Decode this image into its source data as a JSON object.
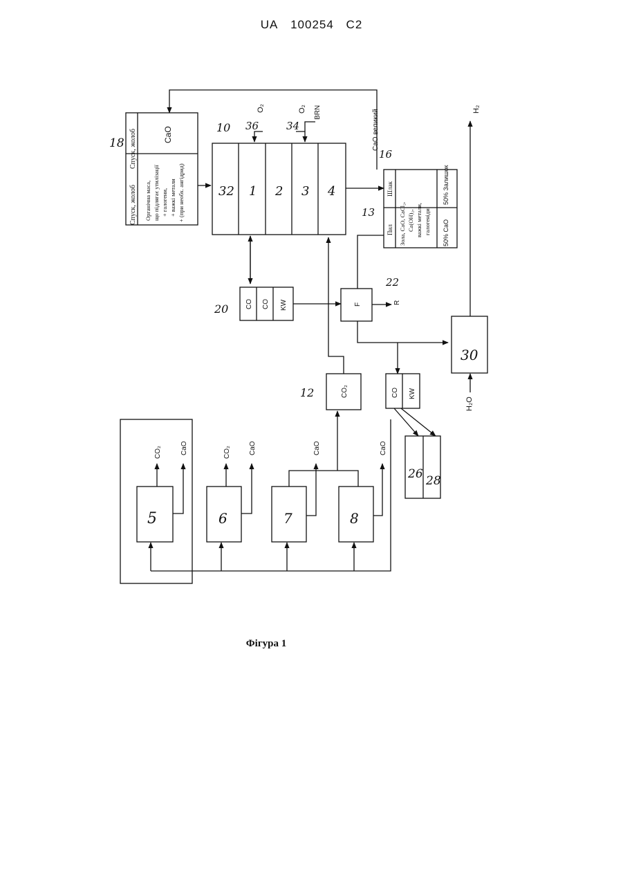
{
  "header": {
    "country": "UA",
    "number": "100254",
    "kind": "C2"
  },
  "figure": {
    "caption": "Фігура 1",
    "ref_numbers": {
      "r18": "18",
      "r10": "10",
      "r36": "36",
      "r34": "34",
      "r16": "16",
      "r13": "13",
      "r32": "32",
      "r1": "1",
      "r2": "2",
      "r3": "3",
      "r4": "4",
      "r20": "20",
      "r22": "22",
      "r12": "12",
      "r30": "30",
      "r26": "26",
      "r28": "28",
      "r5": "5",
      "r6": "6",
      "r7": "7",
      "r8": "8"
    },
    "labels": {
      "feed_title": "Спуск, жолоб",
      "cao": "CaO",
      "feed_line1": "Органічна маса,",
      "feed_line2": "що підлягає утилізації",
      "feed_line3": "+ галогени,",
      "feed_line4": "+ важкі метали",
      "feed_line5": "+ (при необх. ангідрид)",
      "o2": "O₂",
      "brn": "BRN",
      "cao_excess": "CaO великий",
      "co": "CO",
      "kw": "KW",
      "f": "F",
      "r": "R",
      "co2": "CO₂",
      "h2": "H₂",
      "h2o": "H₂O",
      "dust": "Пил",
      "slag": "Шлак",
      "out1": "Зола, CaO, CaCl₂,",
      "out2": "Ca(OH)₂,",
      "out3": "важкі метали,",
      "out4": "галогеніди",
      "pct1": "50% CaO",
      "pct2": "50% Залишок"
    }
  }
}
